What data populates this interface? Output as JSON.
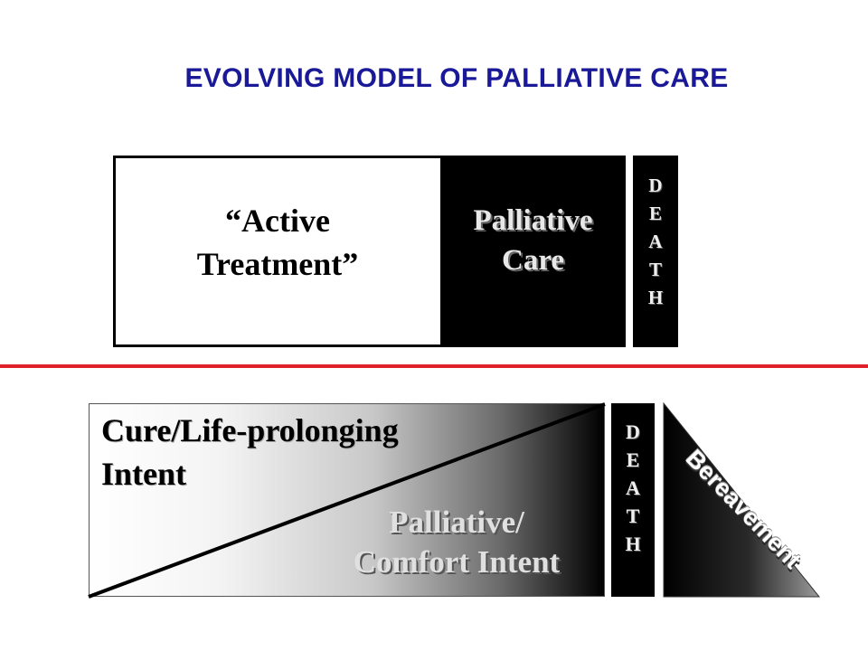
{
  "title": "EVOLVING MODEL OF PALLIATIVE CARE",
  "top_model": {
    "active_treatment": [
      "“Active",
      "Treatment”"
    ],
    "palliative_care": [
      "Palliative",
      "Care"
    ],
    "death_letters": [
      "D",
      "E",
      "A",
      "T",
      "H"
    ]
  },
  "bottom_model": {
    "cure_intent": [
      "Cure/Life-prolonging",
      "Intent"
    ],
    "comfort_intent": [
      "Palliative/",
      "Comfort Intent"
    ],
    "death_letters": [
      "D",
      "E",
      "A",
      "T",
      "H"
    ],
    "bereavement": "Bereavement"
  },
  "colors": {
    "title": "#1a1a99",
    "divider": "#e0202a",
    "dark": "#000000"
  }
}
